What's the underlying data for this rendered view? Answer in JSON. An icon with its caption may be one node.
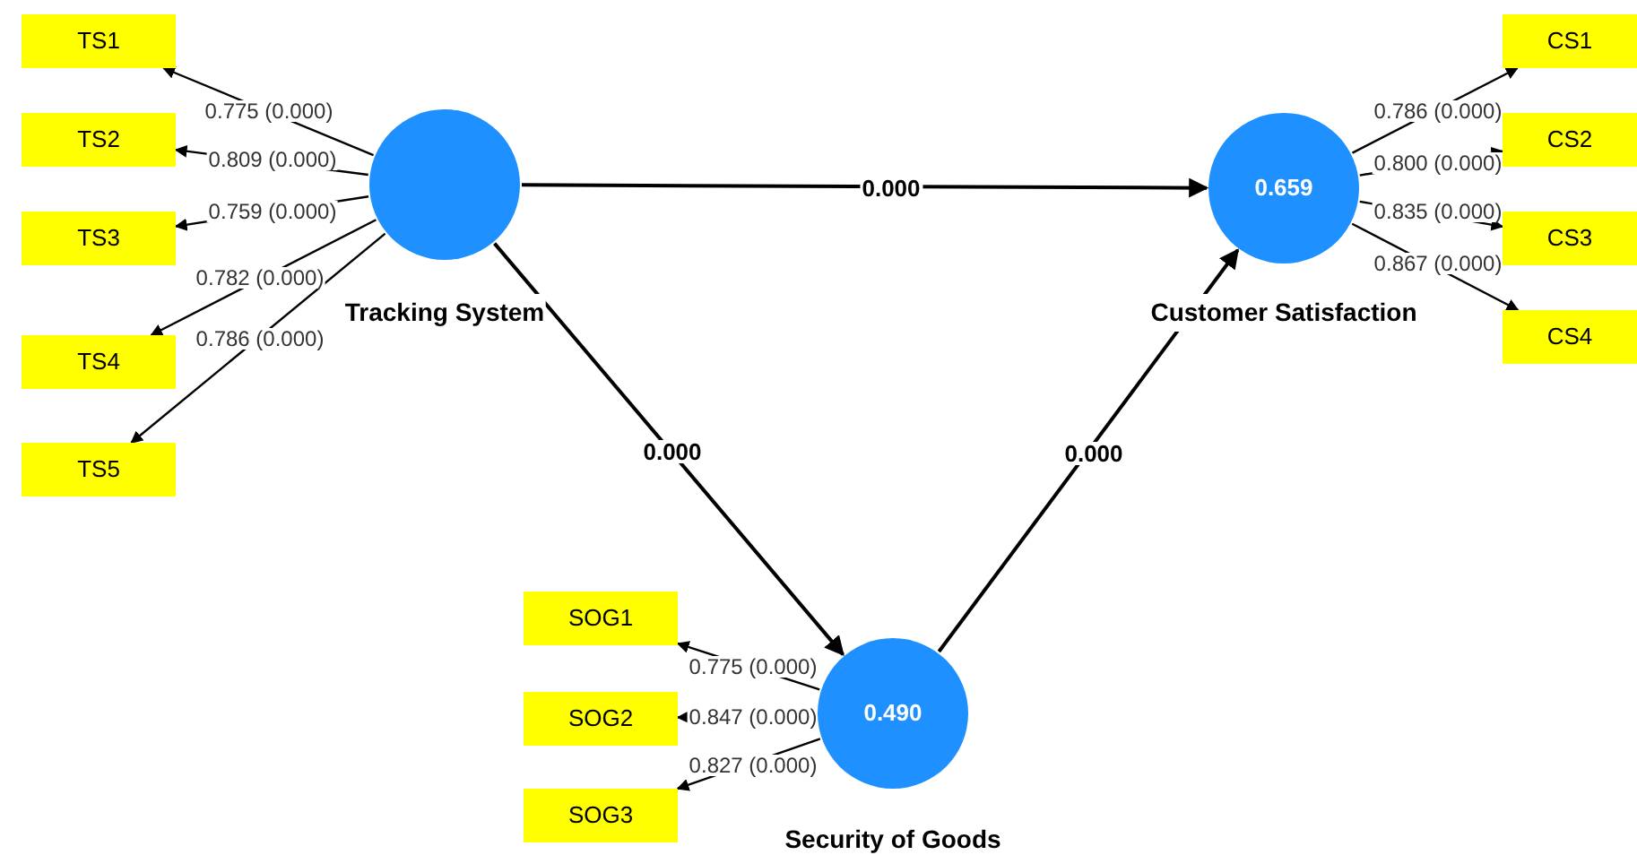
{
  "diagram": {
    "nodes": [
      {
        "text": [
          "Tracking System"
        ]
      },
      {
        "text": [
          "TS1"
        ]
      },
      {
        "text": [
          "TS2"
        ]
      },
      {
        "text": [
          "TS3"
        ]
      },
      {
        "text": [
          "TS4"
        ]
      },
      {
        "text": [
          "TS5"
        ]
      },
      {
        "text": [
          "0.659",
          "Customer Satisfaction"
        ]
      },
      {
        "text": [
          "CS1"
        ]
      },
      {
        "text": [
          "CS2"
        ]
      },
      {
        "text": [
          "CS3"
        ]
      },
      {
        "text": [
          "CS4"
        ]
      },
      {
        "text": [
          "0.490",
          "Security of Goods"
        ]
      },
      {
        "text": [
          "SOG1"
        ]
      },
      {
        "text": [
          "SOG2"
        ]
      },
      {
        "text": [
          "SOG3"
        ]
      }
    ],
    "edges": [
      {
        "from": 0,
        "to": 6,
        "arrow": "to",
        "label": "0.000"
      },
      {
        "from": 0,
        "to": 11,
        "arrow": "to",
        "label": "0.000"
      },
      {
        "from": 11,
        "to": 6,
        "arrow": "to",
        "label": "0.000"
      },
      {
        "from": 0,
        "to": 1,
        "arrow": "to",
        "label": "0.775 (0.000)"
      },
      {
        "from": 0,
        "to": 2,
        "arrow": "to",
        "label": "0.809 (0.000)"
      },
      {
        "from": 0,
        "to": 3,
        "arrow": "to",
        "label": "0.759 (0.000)"
      },
      {
        "from": 0,
        "to": 4,
        "arrow": "to",
        "label": "0.782 (0.000)"
      },
      {
        "from": 0,
        "to": 5,
        "arrow": "to",
        "label": "0.786 (0.000)"
      },
      {
        "from": 6,
        "to": 7,
        "arrow": "to",
        "label": "0.786 (0.000)"
      },
      {
        "from": 6,
        "to": 8,
        "arrow": "to",
        "label": "0.800 (0.000)"
      },
      {
        "from": 6,
        "to": 9,
        "arrow": "to",
        "label": "0.835 (0.000)"
      },
      {
        "from": 6,
        "to": 10,
        "arrow": "to",
        "label": "0.867 (0.000)"
      },
      {
        "from": 11,
        "to": 12,
        "arrow": "to",
        "label": "0.775 (0.000)"
      },
      {
        "from": 11,
        "to": 13,
        "arrow": "to",
        "label": "0.847 (0.000)"
      },
      {
        "from": 11,
        "to": 14,
        "arrow": "to",
        "label": "0.827 (0.000)"
      }
    ]
  }
}
